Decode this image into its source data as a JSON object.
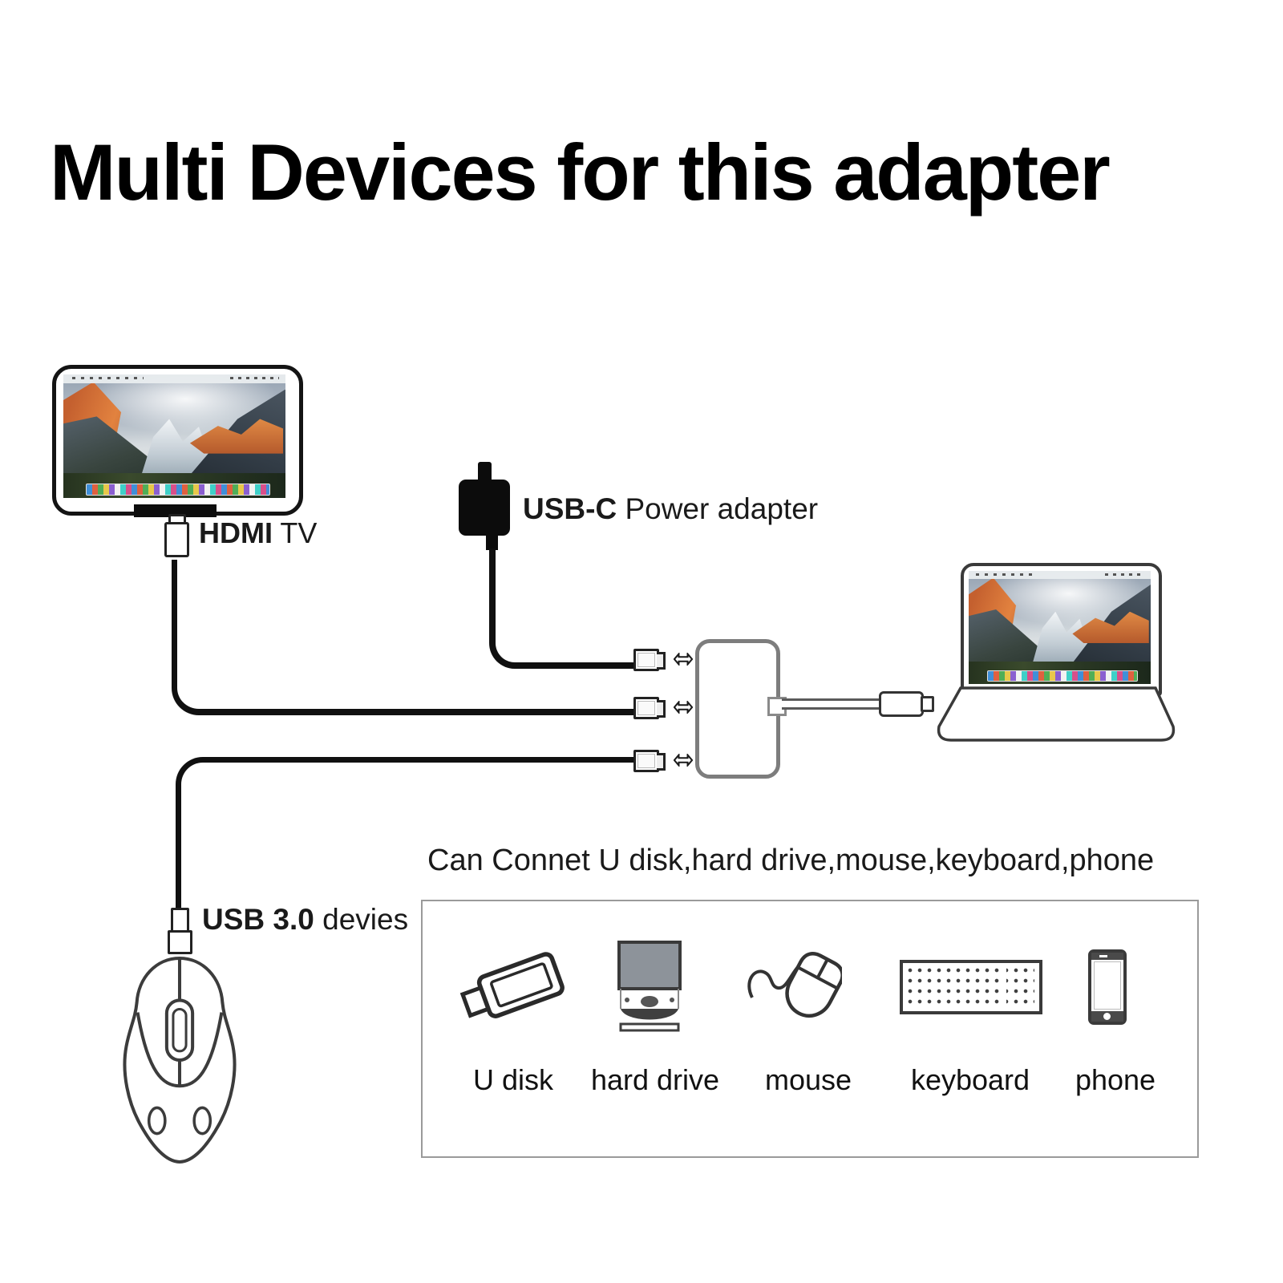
{
  "title": "Multi Devices for this adapter",
  "tv": {
    "label_bold": "HDMI",
    "label_rest": " TV"
  },
  "power_adapter": {
    "label_bold": "USB-C",
    "label_rest": " Power adapter"
  },
  "usb3": {
    "label_bold": "USB 3.0",
    "label_rest": " devies"
  },
  "note": "Can Connet U disk,hard drive,mouse,keyboard,phone",
  "devices_box": {
    "items": [
      {
        "label": "U disk",
        "icon": "usb-flash-icon"
      },
      {
        "label": "hard drive",
        "icon": "hard-drive-icon"
      },
      {
        "label": "mouse",
        "icon": "mouse-icon"
      },
      {
        "label": "keyboard",
        "icon": "keyboard-icon"
      },
      {
        "label": "phone",
        "icon": "phone-icon"
      }
    ]
  },
  "colors": {
    "cable": "#101010",
    "adapter_body": "#0c0c0c",
    "hub_stroke": "#7d7d7d",
    "outline": "#333333",
    "box_border": "#9a9a9a",
    "cliff_orange": "#d97a3c",
    "mountain_dark": "#333d47",
    "forest_green": "#2a3824"
  }
}
